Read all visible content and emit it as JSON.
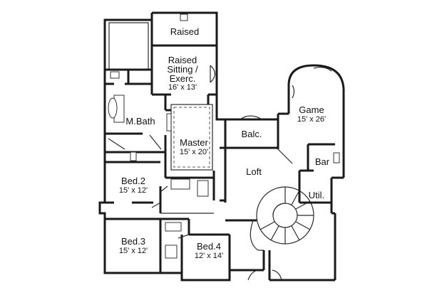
{
  "rooms": {
    "raised": {
      "name": "Raised"
    },
    "raised_sitting": {
      "name_line1": "Raised",
      "name_line2": "Sitting /",
      "name_line3": "Exerc.",
      "dims": "16' x 13'"
    },
    "master_bath": {
      "name": "M.Bath"
    },
    "master": {
      "name": "Master",
      "dims": "15' x 20'"
    },
    "balcony": {
      "name": "Balc."
    },
    "game": {
      "name": "Game",
      "dims": "15' x 26'"
    },
    "bar": {
      "name": "Bar"
    },
    "loft": {
      "name": "Loft"
    },
    "utility": {
      "name": "Util."
    },
    "bed2": {
      "name": "Bed.2",
      "dims": "15' x 12'"
    },
    "bed3": {
      "name": "Bed.3",
      "dims": "15' x 12'"
    },
    "bed4": {
      "name": "Bed.4",
      "dims": "12' x 14'"
    }
  }
}
